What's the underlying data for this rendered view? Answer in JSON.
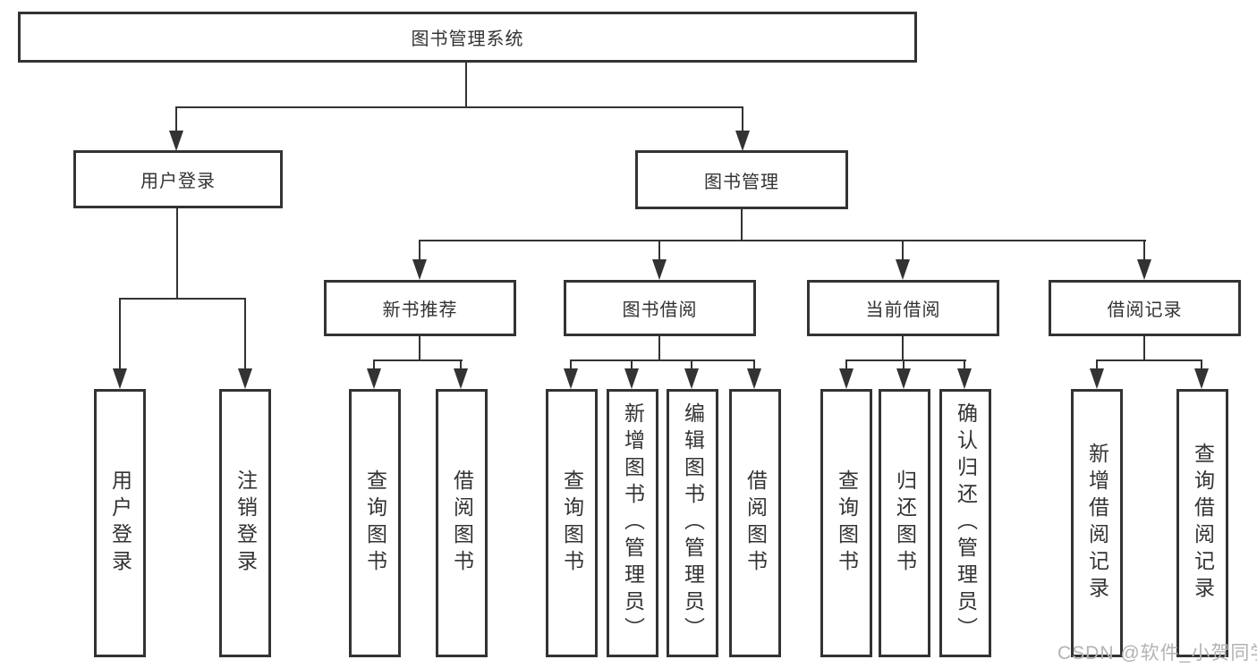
{
  "diagram": {
    "root": {
      "label": "图书管理系统"
    },
    "branches": [
      {
        "label": "用户登录",
        "children": [
          {
            "label": "用户登录"
          },
          {
            "label": "注销登录"
          }
        ]
      },
      {
        "label": "图书管理",
        "groups": [
          {
            "label": "新书推荐",
            "children": [
              {
                "label": "查询图书"
              },
              {
                "label": "借阅图书"
              }
            ]
          },
          {
            "label": "图书借阅",
            "children": [
              {
                "label": "查询图书"
              },
              {
                "label": "新增图书（管理员）"
              },
              {
                "label": "编辑图书（管理员）"
              },
              {
                "label": "借阅图书"
              }
            ]
          },
          {
            "label": "当前借阅",
            "children": [
              {
                "label": "查询图书"
              },
              {
                "label": "归还图书"
              },
              {
                "label": "确认归还（管理员）"
              }
            ]
          },
          {
            "label": "借阅记录",
            "children": [
              {
                "label": "新增借阅记录"
              },
              {
                "label": "查询借阅记录"
              }
            ]
          }
        ]
      }
    ]
  },
  "watermark": {
    "text": "CSDN @软件_小贺同学",
    "color": "#b3b3b3"
  },
  "colors": {
    "line": "#333333",
    "text": "#333333",
    "background": "#ffffff"
  }
}
